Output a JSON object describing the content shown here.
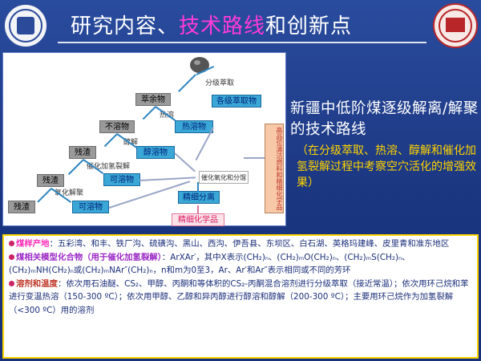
{
  "header": {
    "title_a": "研究内容、",
    "title_b": "技术路线",
    "title_c": "和创新点"
  },
  "diagram": {
    "step_labels": [
      "分级萃取",
      "热溶",
      "醇解",
      "催化加氢裂解",
      "氧化解聚"
    ],
    "residue_nodes": [
      "萃余物",
      "不溶物",
      "残渣",
      "残渣",
      "残渣"
    ],
    "product_nodes": [
      "各级萃取物",
      "热溶物",
      "醇溶物",
      "可溶物",
      "可溶物"
    ],
    "separation_label": "精细分离",
    "products_label": "精细化学品",
    "catalysis_label": "催化氧化和分馏",
    "side_box_text": "高品位清洁燃料和精细化学品"
  },
  "heading": {
    "title": "新疆中低阶煤逐级解离/解聚的技术路线",
    "subtitle": "（在分级萃取、热溶、醇解和催化加氢裂解过程中考察空穴活化的增强效果）"
  },
  "details": [
    {
      "key": "煤样产地",
      "text": "：五彩湾、和丰、铁厂沟、硫磺沟、黑山、西沟、伊吾县、东坝区、白石湖、英格玛建峰、皮里青和准东地区"
    },
    {
      "key": "煤相关模型化合物（用于催化加氢裂解）",
      "text": "：ArXAr′，其中X表示(CH₂)ₙ、(CH₂)ₘO(CH₂)ₙ、(CH₂)ₘS(CH₂)ₙ、(CH₂)ₘNH(CH₂)ₙ或(CH₂)ₘNAr″(CH₂)ₙ，n和m为0至3，Ar、Ar′和Ar″表示相同或不同的芳环"
    },
    {
      "key": "溶剂和温度",
      "text": "：依次用石油醚、CS₂、甲醇、丙酮和等体积的CS₂-丙酮混合溶剂进行分级萃取（接近常温）；依次用环己烷和苯进行变温热溶（150-300 ºC）；依次用甲醇、乙醇和异丙醇进行醇溶和醇解（200-300 ºC）；主要用环己烷作为加氢裂解（<300 ºC）用的溶剂"
    }
  ],
  "colors": {
    "background": "#1d3a86",
    "title_highlight": "#ff3ad8",
    "subtitle": "#ffd400",
    "node_gray": "#9a9a9a",
    "node_blue": "#3aa7d6"
  }
}
